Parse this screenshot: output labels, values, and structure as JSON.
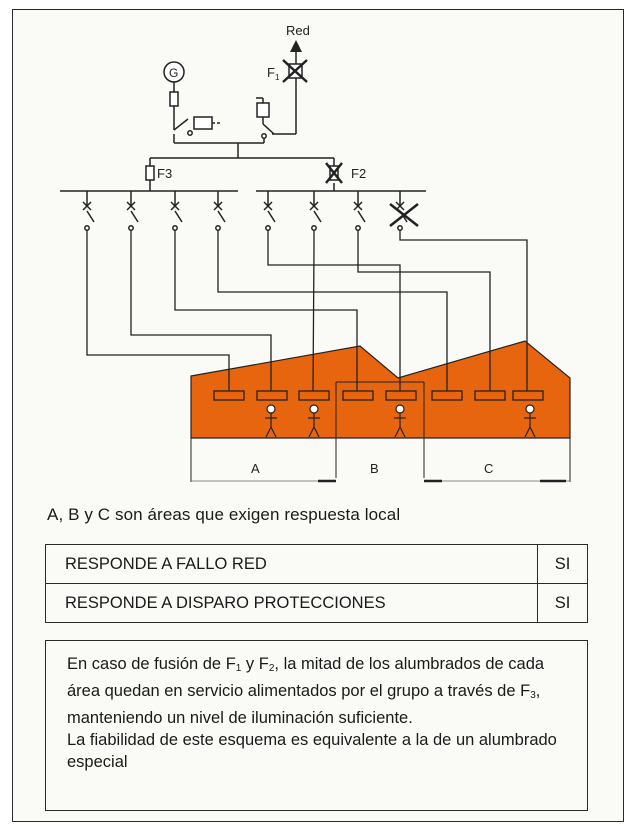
{
  "diagram": {
    "network_label": "Red",
    "fuses": {
      "f1": "F",
      "f1_sub": "1",
      "f2": "F2",
      "f3": "F3"
    },
    "generator_symbol": "G",
    "areas": [
      "A",
      "B",
      "C"
    ]
  },
  "caption": "A, B y C son áreas que exigen respuesta local",
  "response_table": [
    {
      "label": "RESPONDE A FALLO RED",
      "value": "SI"
    },
    {
      "label": "RESPONDE A DISPARO PROTECCIONES",
      "value": "SI"
    }
  ],
  "note": {
    "seg1": "En caso de fusión de F",
    "sub1": "1",
    "seg2": " y F",
    "sub2": "2",
    "seg3": ", la mitad de los alumbrados de cada área quedan en servicio alimentados por el grupo a través de F",
    "sub3": "3",
    "seg4": ", manteniendo un nivel de iluminación suficiente.",
    "line2": "La fiabilidad de este esquema es equivalente a la de un alumbrado especial"
  },
  "colors": {
    "area_fill": "#e8650f",
    "line": "#222222"
  }
}
